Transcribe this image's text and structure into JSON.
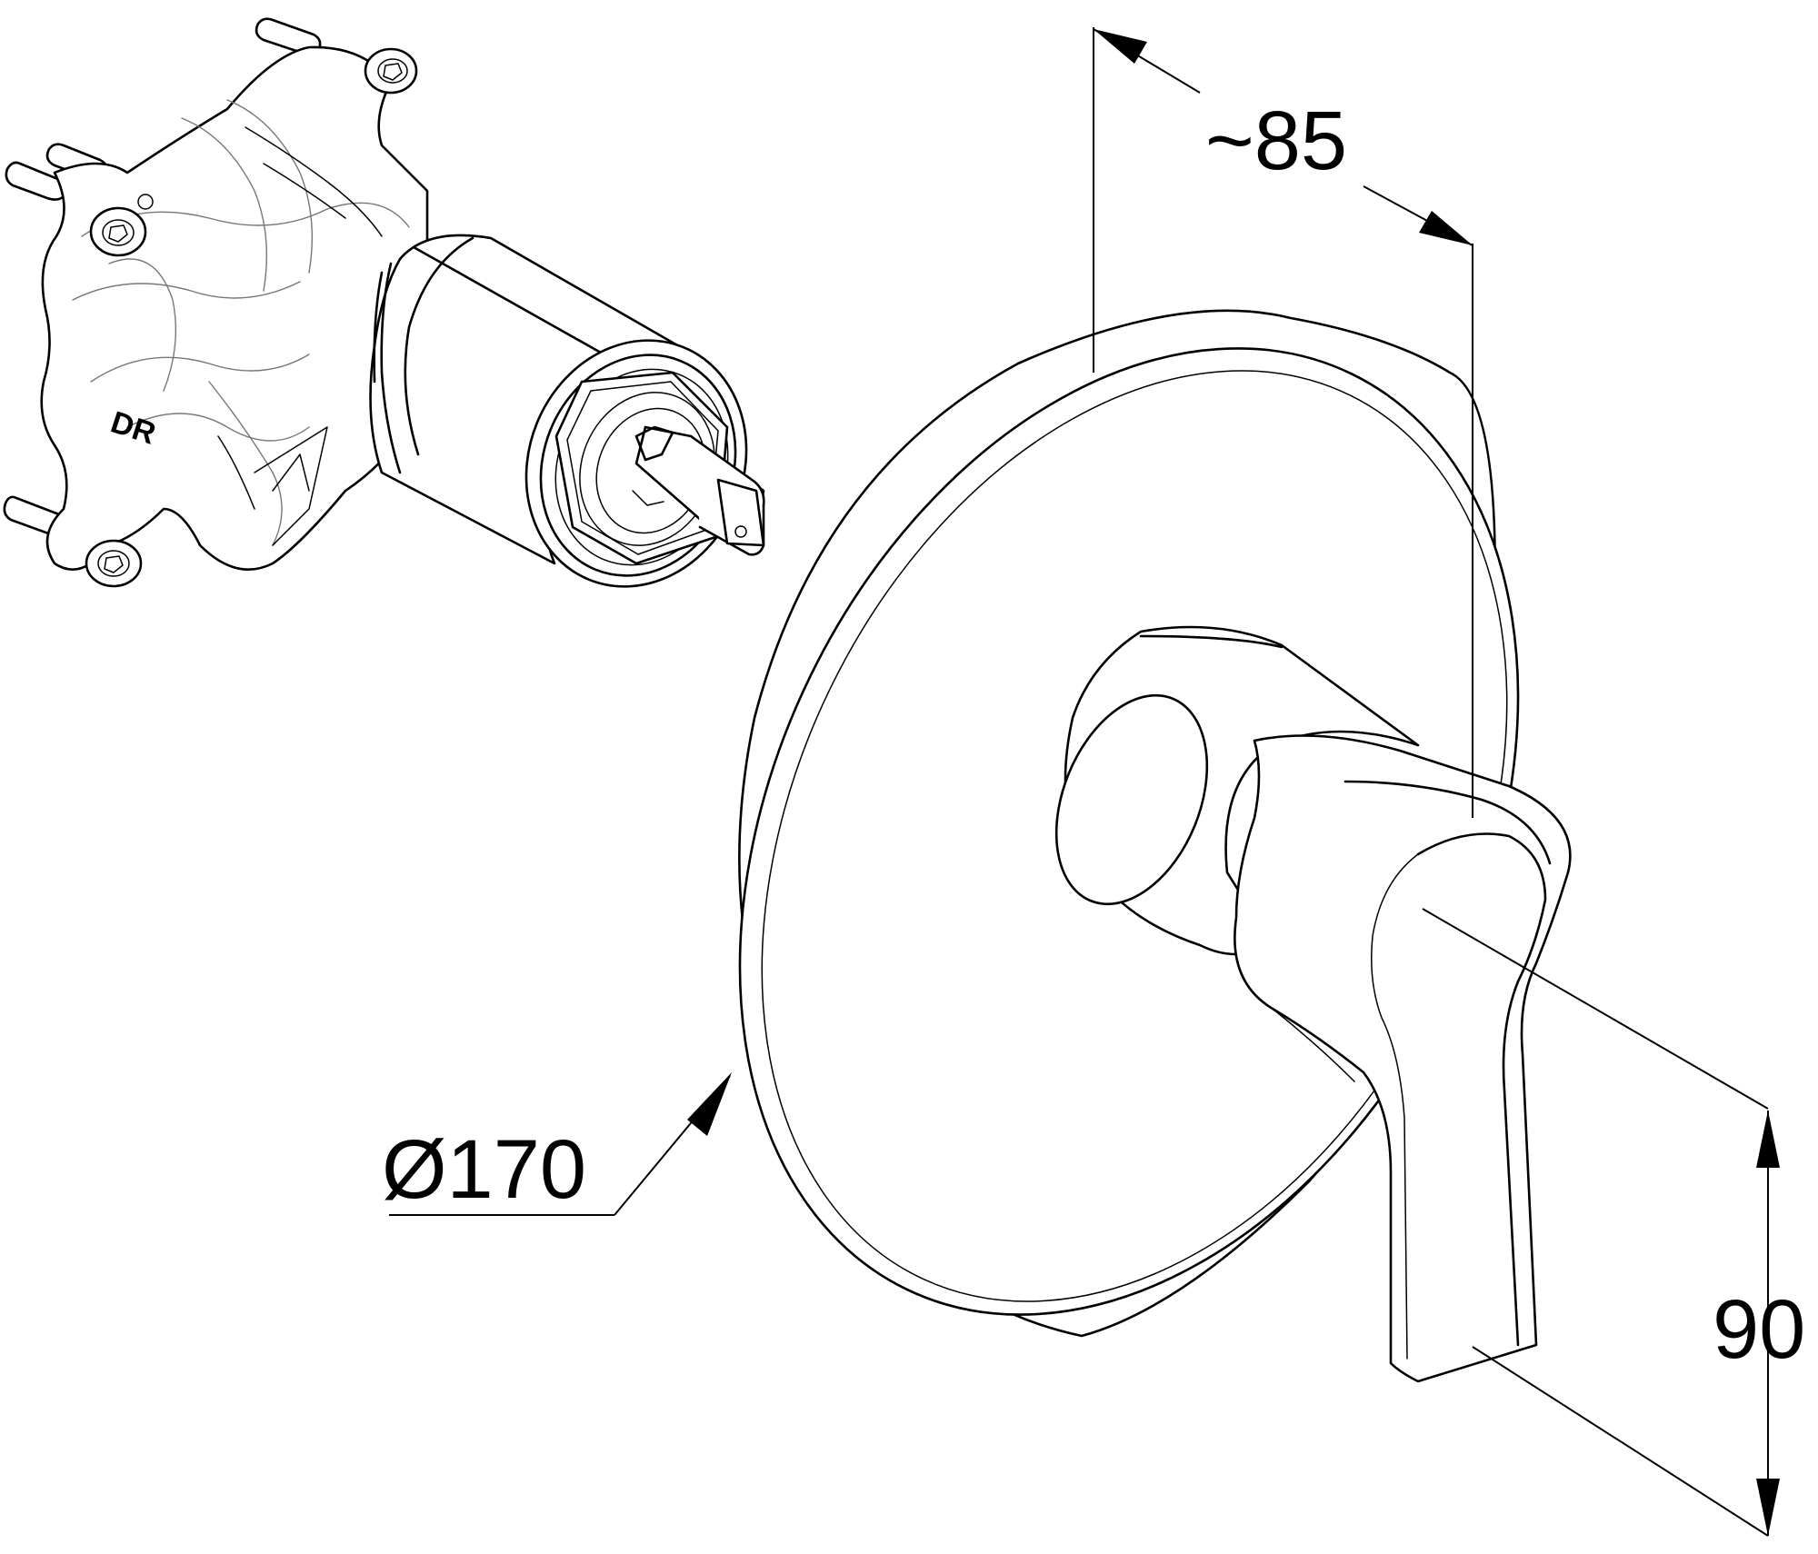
{
  "dimensions": {
    "depth": "~85",
    "diameter": "Ø170",
    "height": "90"
  },
  "body_marking": "DR"
}
